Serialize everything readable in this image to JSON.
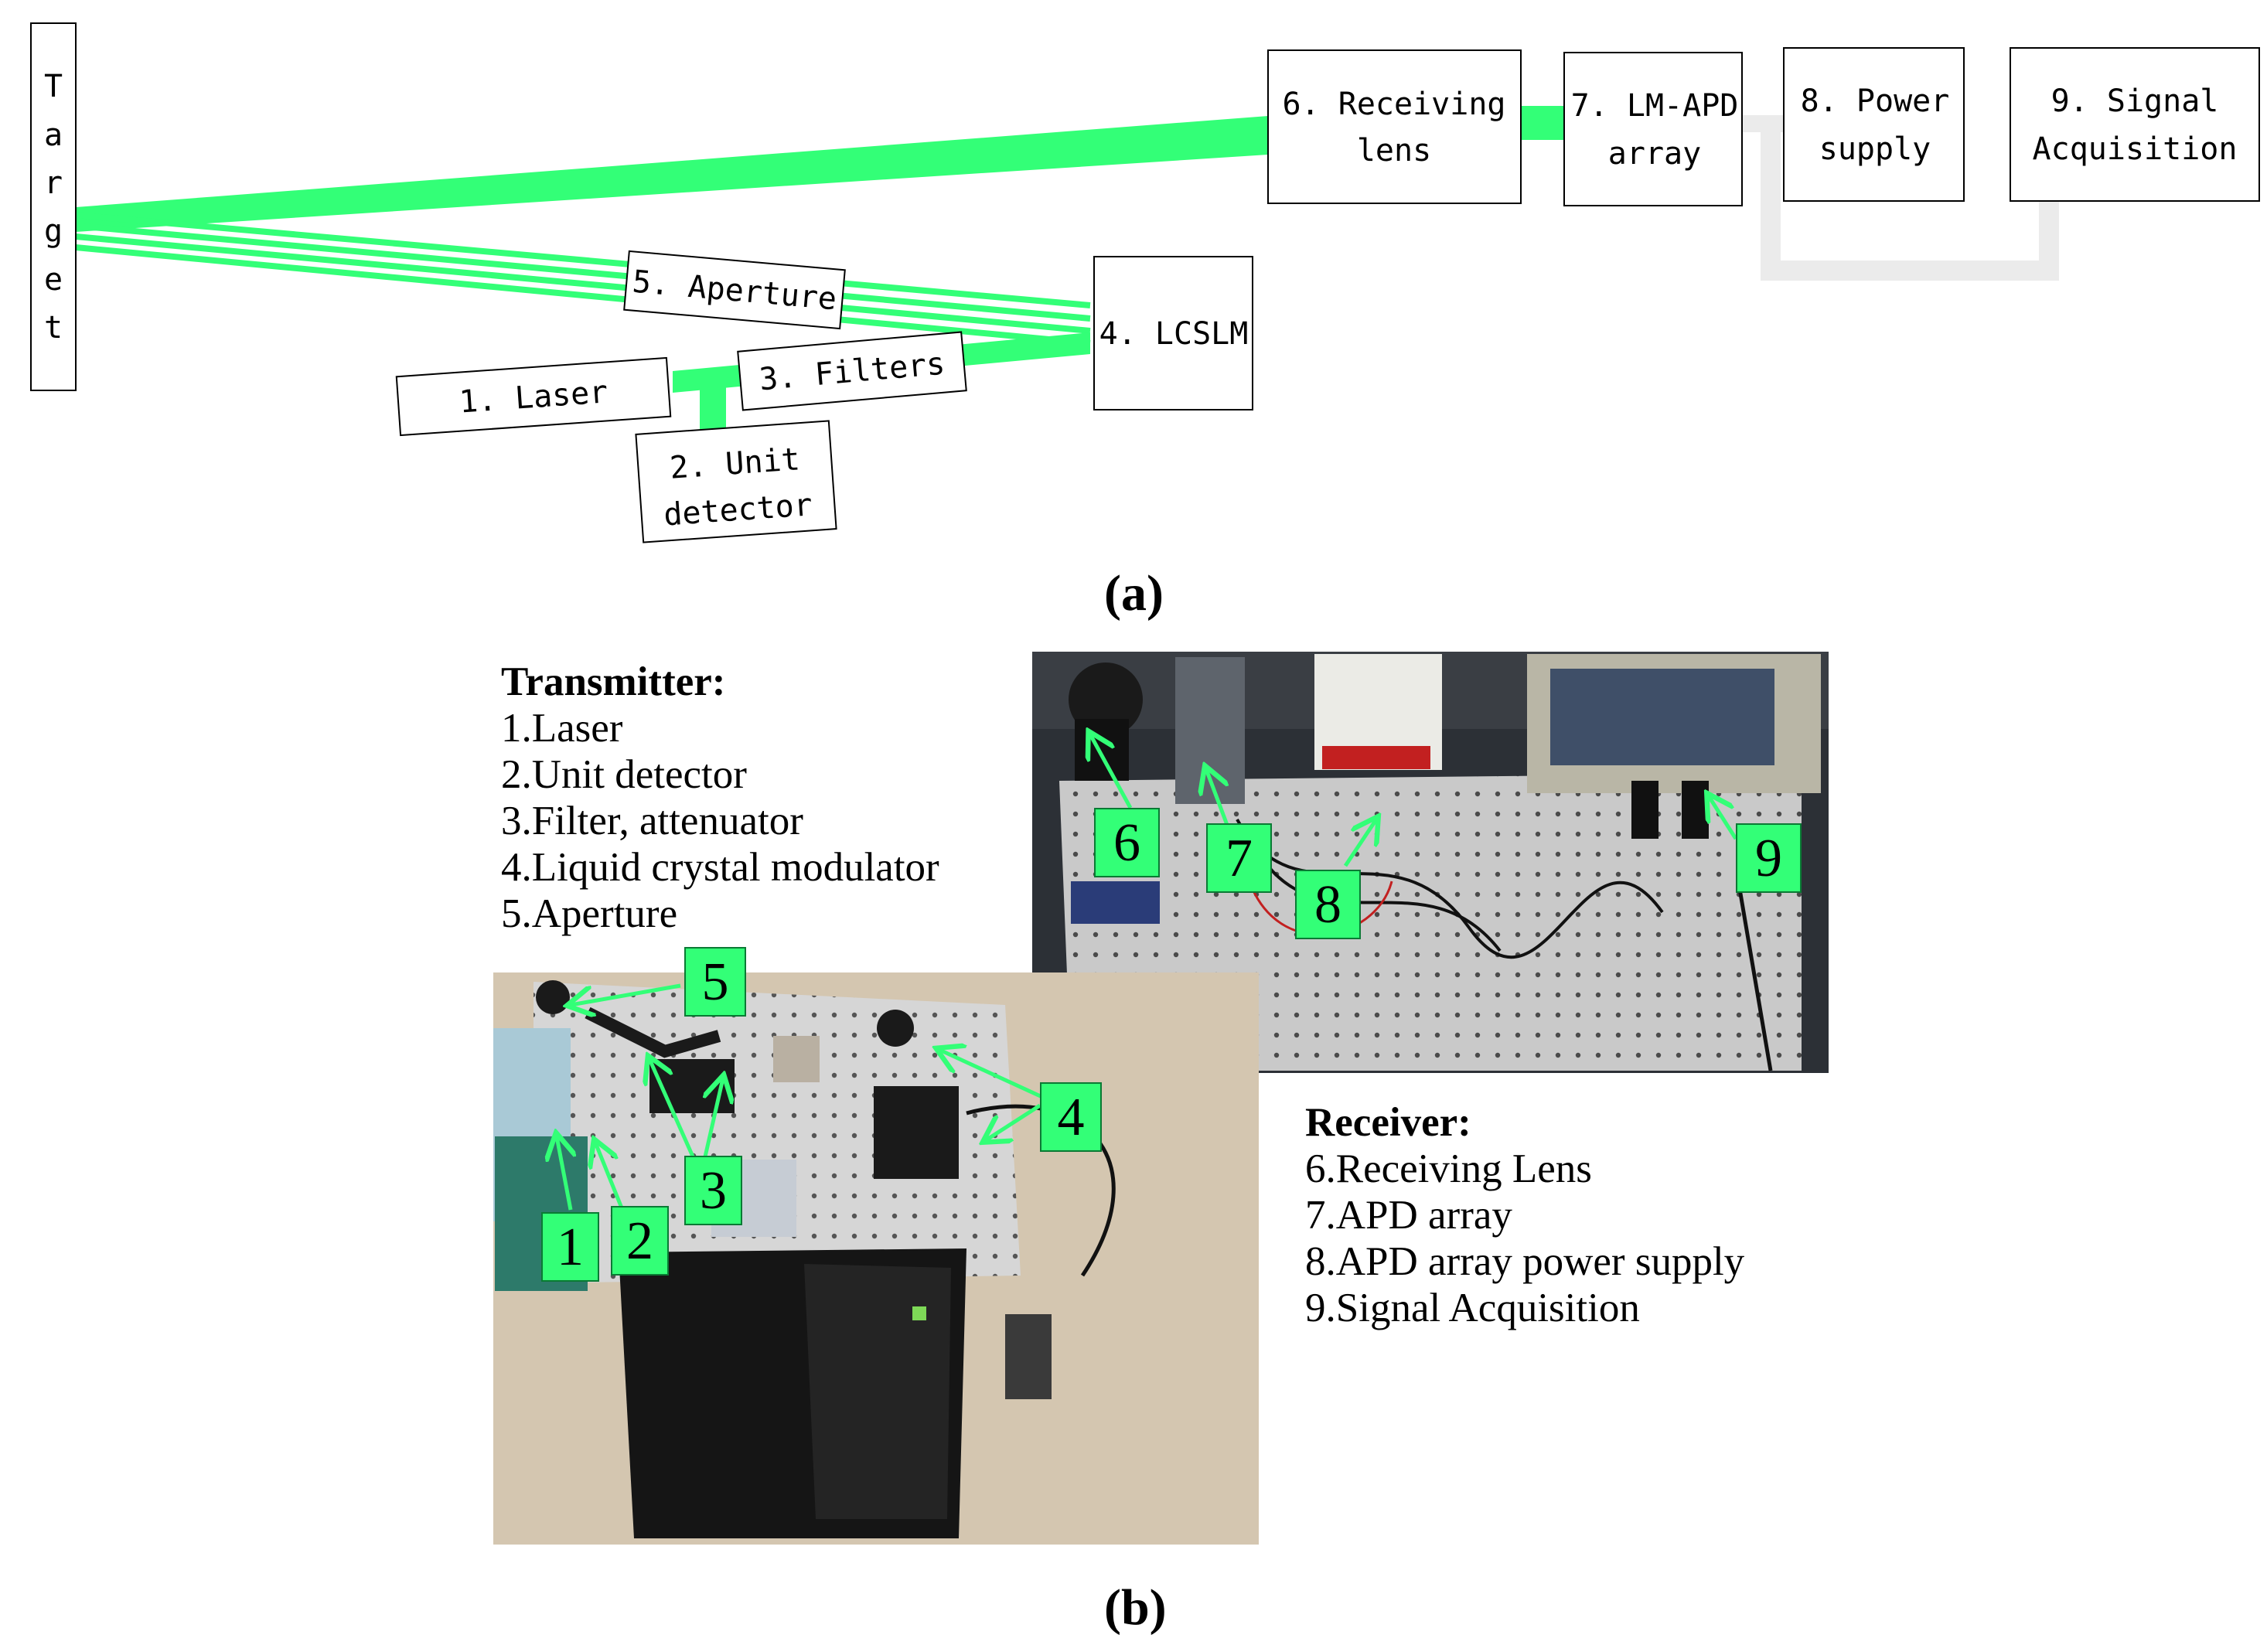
{
  "panel_a": {
    "caption": "(a)",
    "target_label": [
      "T",
      "a",
      "r",
      "g",
      "e",
      "t"
    ],
    "boxes": {
      "receiving_lens": [
        "6. Receiving",
        "lens"
      ],
      "lm_apd": [
        "7. LM-APD",
        "array"
      ],
      "power_supply": [
        "8. Power",
        "supply"
      ],
      "signal_acq": [
        "9. Signal",
        "Acquisition"
      ],
      "lcslm": "4. LCSLM",
      "aperture": "5. Aperture",
      "filters": "3. Filters",
      "laser": "1. Laser",
      "unit_detector": [
        "2. Unit",
        "detector"
      ]
    },
    "colors": {
      "beam": "#33ff77",
      "cable": "#ebebeb",
      "box_border": "#000000"
    }
  },
  "panel_b": {
    "caption": "(b)",
    "transmitter": {
      "heading": "Transmitter:",
      "items": [
        "1.Laser",
        "2.Unit detector",
        "3.Filter, attenuator",
        "4.Liquid crystal modulator",
        "5.Aperture"
      ]
    },
    "receiver": {
      "heading": "Receiver:",
      "items": [
        "6.Receiving Lens",
        "7.APD array",
        "8.APD array power supply",
        "9.Signal Acquisition"
      ]
    },
    "markers": [
      "1",
      "2",
      "3",
      "4",
      "5",
      "6",
      "7",
      "8",
      "9"
    ],
    "colors": {
      "marker_fill": "#33ff77",
      "table_top": "#cfcfcf",
      "floor": "#d4c6b0"
    }
  }
}
